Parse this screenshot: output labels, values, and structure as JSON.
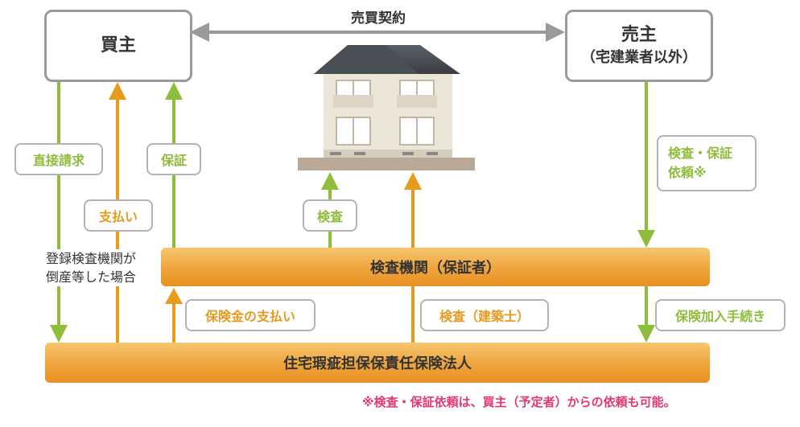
{
  "nodes": {
    "buyer": "買主",
    "seller": "売主",
    "seller_sub": "（宅建業者以外）",
    "inspection_body": "検査機関（保証者）",
    "insurer": "住宅瑕疵担保保責任保険法人"
  },
  "edges": {
    "sales_contract": "売買契約",
    "direct_claim": "直接請求",
    "payment": "支払い",
    "guarantee": "保証",
    "inspection": "検査",
    "inspection_request_line1": "検査・保証",
    "inspection_request_line2": "依頼※",
    "insurance_payment": "保険金の支払い",
    "inspection_architect": "検査（建築士）",
    "insurance_enrollment": "保険加入手続き",
    "bankruptcy_line1": "登録検査機関が",
    "bankruptcy_line2": "倒産等した場合"
  },
  "footnote": "※検査・保証依頼は、買主（予定者）からの依頼も可能。",
  "colors": {
    "green": "#8dbd3a",
    "orange": "#e69b1e",
    "gray": "#9a9a9a",
    "pink": "#e5376d"
  }
}
